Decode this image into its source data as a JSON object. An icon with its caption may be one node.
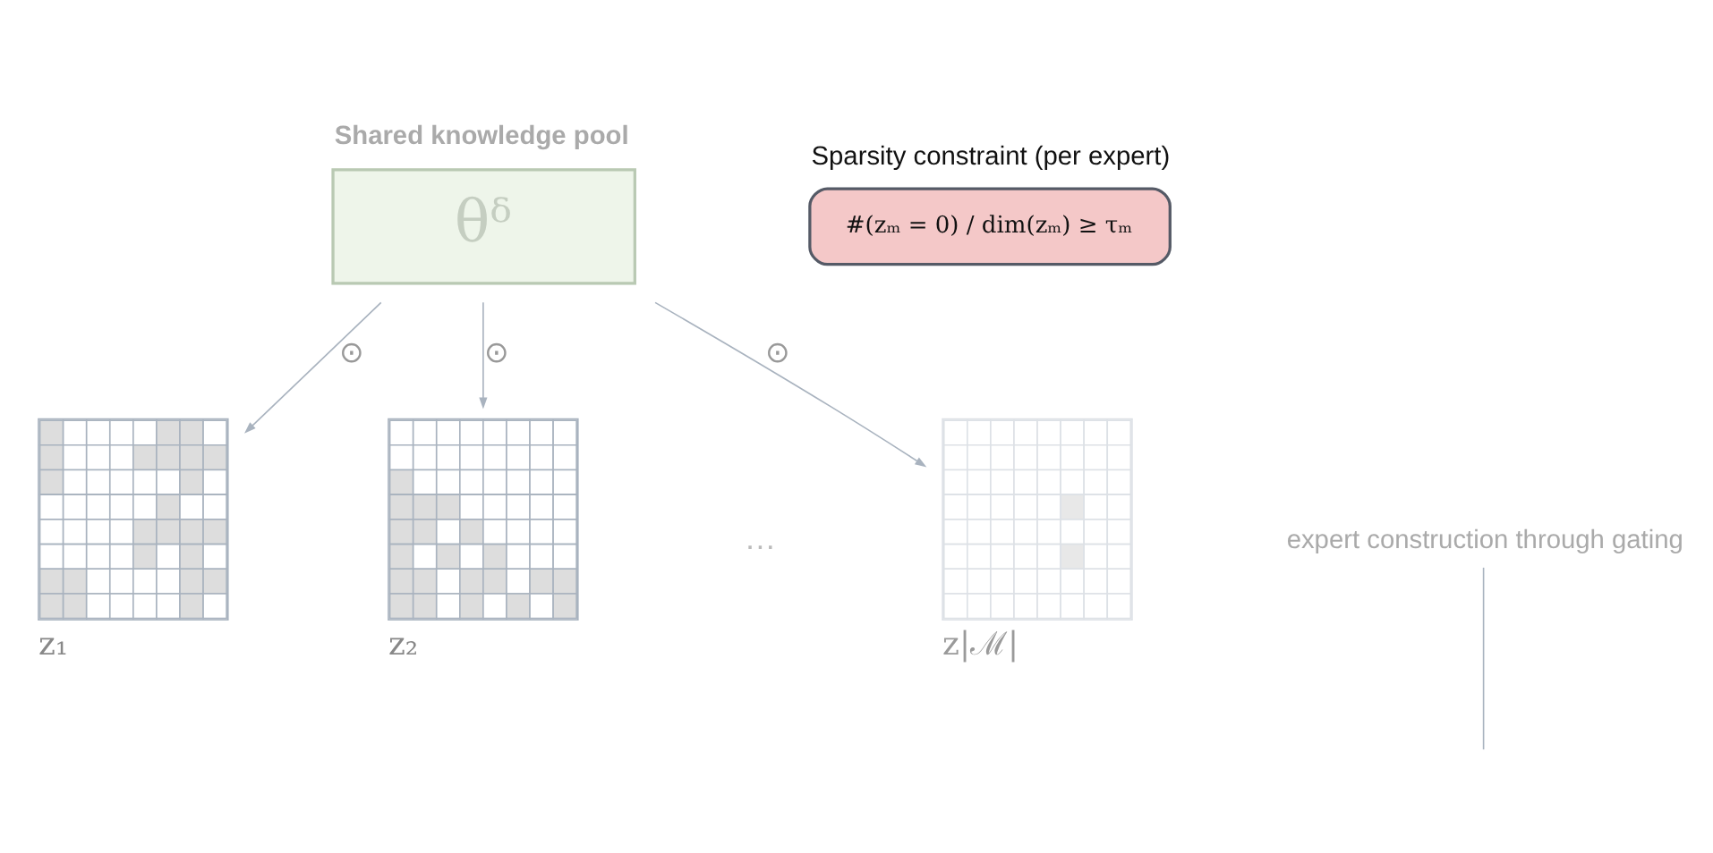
{
  "diagram": {
    "nodes": [
      {
        "text": [
          "Shared knowledge pool",
          "θᵟ"
        ]
      },
      {
        "text": [],
        "shape": "grid",
        "beside": [
          "z₁"
        ]
      },
      {
        "text": [],
        "shape": "grid",
        "beside": [
          "z₂"
        ]
      },
      {
        "text": [],
        "shape": "grid",
        "beside": [
          "z|ℳ|"
        ]
      },
      {
        "text": [
          "Sparsity constraint (per expert)",
          "#(zₘ = 0) / dim(zₘ) ≥ τₘ"
        ]
      },
      {
        "text": [
          "expert construction through gating"
        ]
      }
    ],
    "edges": [
      {
        "from": 0,
        "to": 1,
        "arrow": "to",
        "label": "⊙"
      },
      {
        "from": 0,
        "to": 2,
        "arrow": "to",
        "label": "⊙"
      },
      {
        "from": 0,
        "to": 3,
        "arrow": "to",
        "label": "⊙"
      },
      {
        "from": 5,
        "to": null,
        "arrow": "none"
      }
    ],
    "labels": [
      "…"
    ]
  }
}
